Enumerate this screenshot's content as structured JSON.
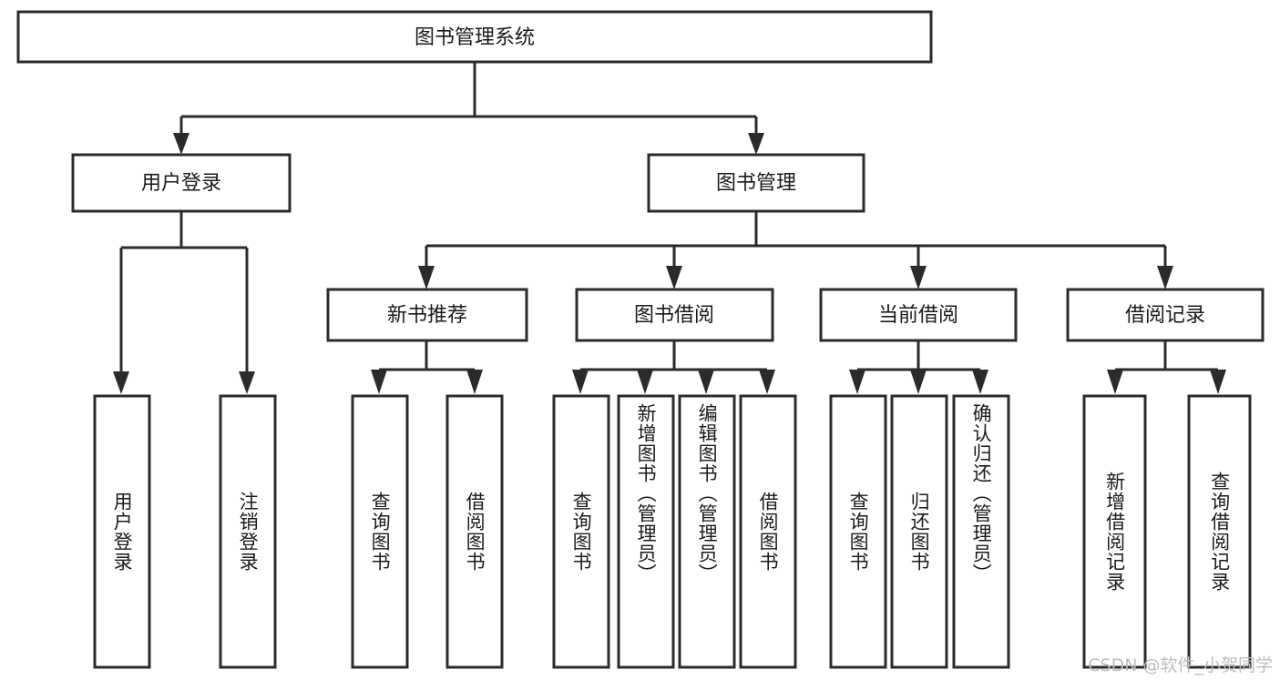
{
  "diagram": {
    "title": "图书管理系统",
    "type": "tree-hierarchy",
    "watermark": "CSDN @软件_小贺同学",
    "colors": {
      "background": "#ffffff",
      "box_fill": "#ffffff",
      "box_stroke": "#2b2b2b",
      "text": "#1a1a1a",
      "watermark": "#bdbdbd"
    },
    "root": {
      "label": "图书管理系统"
    },
    "level1": [
      {
        "id": "user-login",
        "label": "用户登录"
      },
      {
        "id": "book-manage",
        "label": "图书管理"
      }
    ],
    "level2": [
      {
        "id": "new-book-rec",
        "label": "新书推荐"
      },
      {
        "id": "book-borrow",
        "label": "图书借阅"
      },
      {
        "id": "current-borrow",
        "label": "当前借阅"
      },
      {
        "id": "borrow-record",
        "label": "借阅记录"
      }
    ],
    "leaves": {
      "user_login": [
        {
          "id": "leaf-user-login",
          "label": "用户登录"
        },
        {
          "id": "leaf-logout",
          "label": "注销登录"
        }
      ],
      "new_book_rec": [
        {
          "id": "leaf-query-book-1",
          "label": "查询图书"
        },
        {
          "id": "leaf-borrow-book-1",
          "label": "借阅图书"
        }
      ],
      "book_borrow": [
        {
          "id": "leaf-query-book-2",
          "label": "查询图书"
        },
        {
          "id": "leaf-add-book",
          "label": "新增图书（管理员）"
        },
        {
          "id": "leaf-edit-book",
          "label": "编辑图书（管理员）"
        },
        {
          "id": "leaf-borrow-book-2",
          "label": "借阅图书"
        }
      ],
      "current_borrow": [
        {
          "id": "leaf-query-book-3",
          "label": "查询图书"
        },
        {
          "id": "leaf-return-book",
          "label": "归还图书"
        },
        {
          "id": "leaf-confirm-return",
          "label": "确认归还（管理员）"
        }
      ],
      "borrow_record": [
        {
          "id": "leaf-add-record",
          "label": "新增借阅记录"
        },
        {
          "id": "leaf-query-record",
          "label": "查询借阅记录"
        }
      ]
    }
  }
}
